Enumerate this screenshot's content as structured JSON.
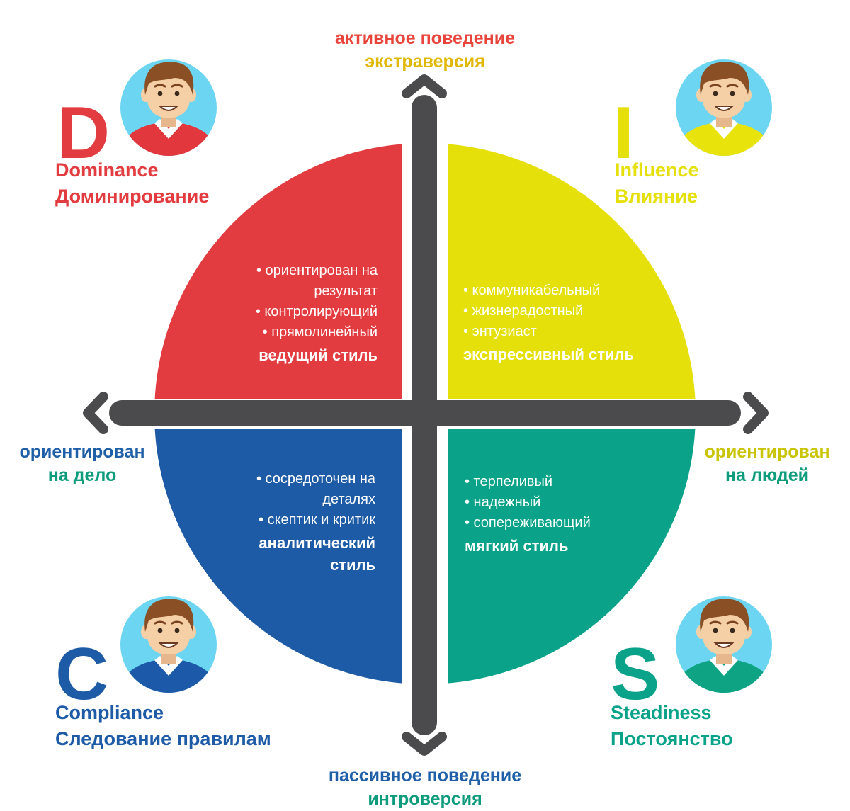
{
  "axes": {
    "top": {
      "line1": "активное поведение",
      "line2": "экстраверсия",
      "color1": "#e8453c",
      "color2": "#e0b800"
    },
    "bottom": {
      "line1": "пассивное поведение",
      "line2": "интроверсия",
      "color1": "#1f5fa8",
      "color2": "#0e9c7c"
    },
    "left": {
      "line1": "ориентирован",
      "line2": "на дело",
      "color1": "#1f5fa8",
      "color2": "#0e9c7c"
    },
    "right": {
      "line1": "ориентирован",
      "line2": "на людей",
      "color1": "#c9c400",
      "color2": "#0e9c7c"
    }
  },
  "quadrants": {
    "d": {
      "letter": "D",
      "name_en": "Dominance",
      "name_ru": "Доминирование",
      "color": "#e23c40",
      "shirt": "#e2373d",
      "traits": [
        "• ориентирован на",
        "результат",
        "• контролирующий",
        "• прямолинейный"
      ],
      "style": "ведущий стиль"
    },
    "i": {
      "letter": "I",
      "name_en": "Influence",
      "name_ru": "Влияние",
      "color": "#e6e00a",
      "shirt": "#e8e30a",
      "traits": [
        "• коммуникабельный",
        "• жизнерадостный",
        "• энтузиаст"
      ],
      "style": "экспрессивный стиль"
    },
    "c": {
      "letter": "C",
      "name_en": "Compliance",
      "name_ru": "Следование правилам",
      "color": "#1e5ba6",
      "shirt": "#1c59a8",
      "traits": [
        "• сосредоточен на",
        "деталях",
        "• скептик и критик"
      ],
      "style": "аналитический",
      "style2": "стиль"
    },
    "s": {
      "letter": "S",
      "name_en": "Steadiness",
      "name_ru": "Постоянство",
      "color": "#0aa38a",
      "shirt": "#0da383",
      "traits": [
        "• терпеливый",
        "• надежный",
        "• сопереживающий"
      ],
      "style": "мягкий стиль"
    }
  },
  "colors": {
    "axis": "#4b4b4d",
    "avatar_bg": "#6cd6f2",
    "skin": "#f5cfa6",
    "hair": "#8a4f24"
  }
}
